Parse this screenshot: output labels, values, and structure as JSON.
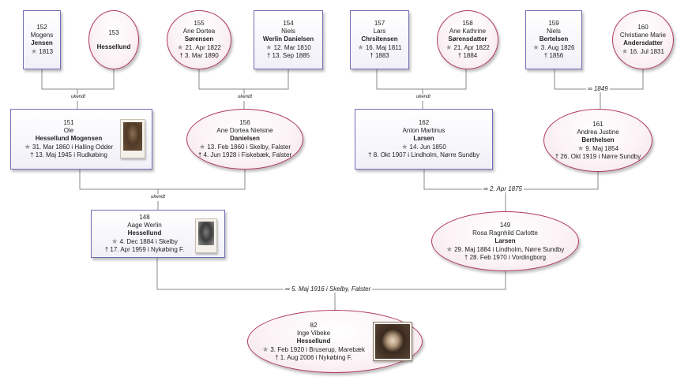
{
  "marriage_symbol": "∞",
  "birth_symbol": "★",
  "death_symbol": "†",
  "persons": {
    "p152": {
      "id": "152",
      "given": "Mogens",
      "surname": "Jensen",
      "birth": "1813"
    },
    "p153": {
      "id": "153",
      "surname": "Hessellund"
    },
    "p155": {
      "id": "155",
      "given": "Ane Dortea",
      "surname": "Sørensen",
      "birth": "21. Apr 1822",
      "death": "3. Mar 1890"
    },
    "p154": {
      "id": "154",
      "given": "Niels",
      "surname": "Werlin Danielsen",
      "birth": "12. Mar 1810",
      "death": "13. Sep 1885"
    },
    "p157": {
      "id": "157",
      "given": "Lars",
      "surname": "Chrsitensen",
      "birth": "16. Maj 1811",
      "death": "1883"
    },
    "p158": {
      "id": "158",
      "given": "Ane Kathrine",
      "surname": "Sørensdatter",
      "birth": "21. Apr 1822",
      "death": "1884"
    },
    "p159": {
      "id": "159",
      "given": "Niels",
      "surname": "Bertelsen",
      "birth": "3. Aug 1826",
      "death": "1856"
    },
    "p160": {
      "id": "160",
      "given": "Christiane Marie",
      "surname": "Andersdatter",
      "birth": "16. Jul 1831"
    },
    "p151": {
      "id": "151",
      "given": "Ole",
      "surname": "Hessellund Mogensen",
      "birth": "31. Mar 1860 i  Halling Odder",
      "death": "13. Maj 1945 i  Rudkøbing"
    },
    "p156": {
      "id": "156",
      "given": "Ane Dortea Nielsine",
      "surname": "Danielsen",
      "birth": "13. Feb 1860 i  Skelby, Falster",
      "death": "4. Jun 1928 i  Fiskebæk, Falster"
    },
    "p162": {
      "id": "162",
      "given": "Anton Martinus",
      "surname": "Larsen",
      "birth": "14. Jun 1850",
      "death": "8. Okt 1907 i  Lindholm, Nørre Sundby"
    },
    "p161": {
      "id": "161",
      "given": "Andrea Justine",
      "surname": "Berthelsen",
      "birth": "9. Maj 1854",
      "death": "26. Okt 1919 i  Nørre Sundby"
    },
    "p148": {
      "id": "148",
      "given": "Aage Werlin",
      "surname": "Hessellund",
      "birth": "4. Dec 1884 i  Skelby",
      "death": "17. Apr 1959 i  Nykøbing F."
    },
    "p149": {
      "id": "149",
      "given": "Rosa Ragnhild Carlotte",
      "surname": "Larsen",
      "birth": "29. Maj 1884 i  Lindholm, Nørre Sundby",
      "death": "28. Feb 1970 i  Vordingborg"
    },
    "p82": {
      "id": "82",
      "given": "Inge Vibeke",
      "surname": "Hessellund",
      "birth": "3. Feb 1920 i  Bruserup, Marebæk",
      "death": "1. Aug 2006 i  Nykøbing F."
    }
  },
  "unions": {
    "u152_153": "ukendt",
    "u155_154": "ukendt",
    "u157_158": "ukendt",
    "u159_160": "1849",
    "u151_156": "ukendt",
    "u162_161": "2. Apr 1875",
    "u148_149": "5. Maj 1916 i  Skelby, Falster"
  }
}
